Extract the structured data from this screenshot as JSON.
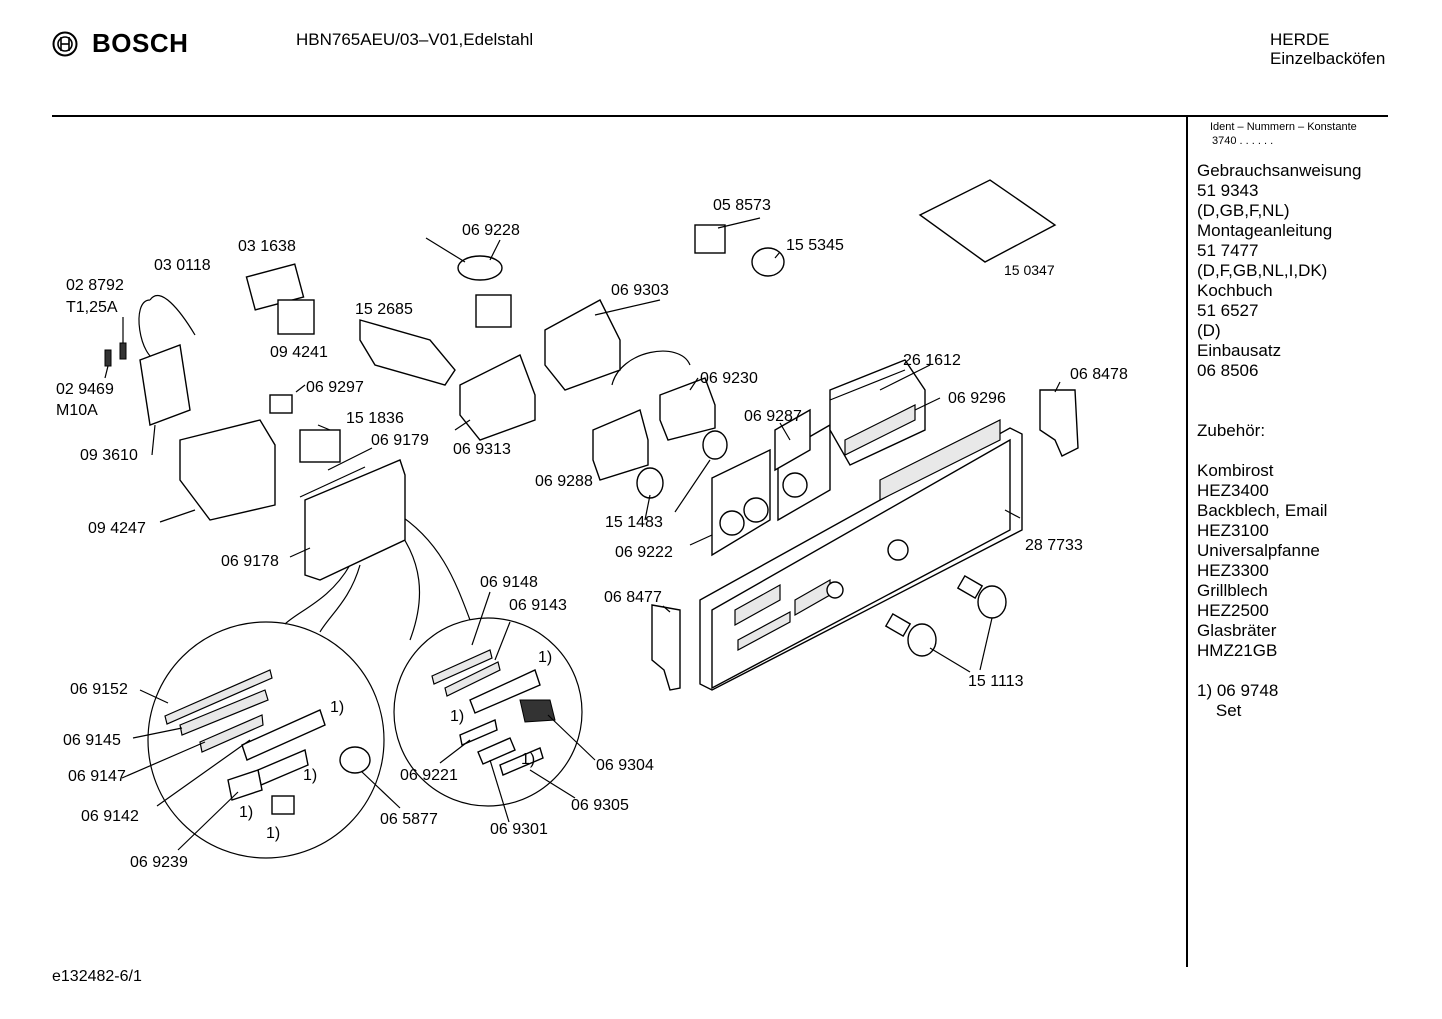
{
  "header": {
    "brand": "BOSCH",
    "model": "HBN765AEU/03–V01,Edelstahl",
    "category_line1": "HERDE",
    "category_line2": "Einzelbacköfen"
  },
  "ident": {
    "caption": "Ident – Nummern – Konstante",
    "value": "3740  .  .  .  .  .  ."
  },
  "sidebar": [
    "Gebrauchsanweisung",
    "51 9343",
    "(D,GB,F,NL)",
    "Montageanleitung",
    "51 7477",
    "(D,F,GB,NL,I,DK)",
    "Kochbuch",
    "51 6527",
    "(D)",
    "Einbausatz",
    "06 8506",
    "",
    "",
    "Zubehör:",
    "",
    "Kombirost",
    "HEZ3400",
    "Backblech, Email",
    "HEZ3100",
    "Universalpfanne",
    "HEZ3300",
    "Grillblech",
    "HEZ2500",
    "Glasbräter",
    "HMZ21GB",
    "",
    "1) 06 9748",
    "    Set"
  ],
  "labels": {
    "p028792": "02 8792",
    "t125a": "T1,25A",
    "p030118": "03 0118",
    "p031638": "03 1638",
    "p069228": "06 9228",
    "p058573": "05 8573",
    "p155345": "15 5345",
    "p150347": "15 0347",
    "p152685": "15 2685",
    "p069303": "06 9303",
    "p094241": "09 4241",
    "p029469": "02 9469",
    "m10a": "M10A",
    "p069297": "06 9297",
    "p151836": "15 1836",
    "p069179": "06 9179",
    "p093610": "09 3610",
    "p069313": "06 9313",
    "p069230": "06 9230",
    "p261612": "26 1612",
    "p068478": "06 8478",
    "p069296": "06 9296",
    "p069287": "06 9287",
    "p069288": "06 9288",
    "p094247": "09 4247",
    "p151483": "15 1483",
    "p069178": "06 9178",
    "p069222": "06 9222",
    "p287733": "28 7733",
    "p069148": "06 9148",
    "p069143": "06 9143",
    "p068477": "06 8477",
    "p069152": "06 9152",
    "p069145": "06 9145",
    "p069147": "06 9147",
    "p069142": "06 9142",
    "p069239": "06 9239",
    "p065877": "06 5877",
    "p069221": "06 9221",
    "p069301": "06 9301",
    "p069304": "06 9304",
    "p069305": "06 9305",
    "p151113": "15 1113",
    "note1": "1)"
  },
  "footer": {
    "code": "e132482-6/1"
  }
}
